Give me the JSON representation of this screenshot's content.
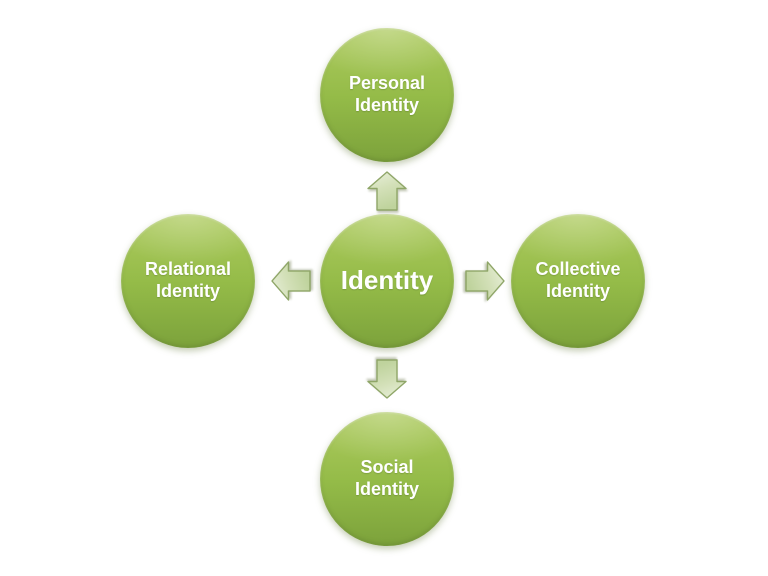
{
  "colors": {
    "background": "#ffffff",
    "circle_top": "#aecb5f",
    "circle_mid": "#94bb48",
    "circle_bottom": "#7ca23b",
    "arrow_fill_light": "#e9f0dc",
    "arrow_fill_mid": "#d3e0b8",
    "arrow_fill_dark": "#bfd39d",
    "arrow_stroke": "#8fa668",
    "label_text": "#ffffff"
  },
  "diagram": {
    "type": "radial-smartart",
    "center_node": {
      "label": "Identity"
    },
    "nodes": [
      {
        "position": "top",
        "label": "Personal\nIdentity"
      },
      {
        "position": "left",
        "label": "Relational\nIdentity"
      },
      {
        "position": "right",
        "label": "Collective\nIdentity"
      },
      {
        "position": "bottom",
        "label": "Social\nIdentity"
      }
    ],
    "arrows": [
      {
        "direction": "up"
      },
      {
        "direction": "left"
      },
      {
        "direction": "right"
      },
      {
        "direction": "down"
      }
    ]
  }
}
